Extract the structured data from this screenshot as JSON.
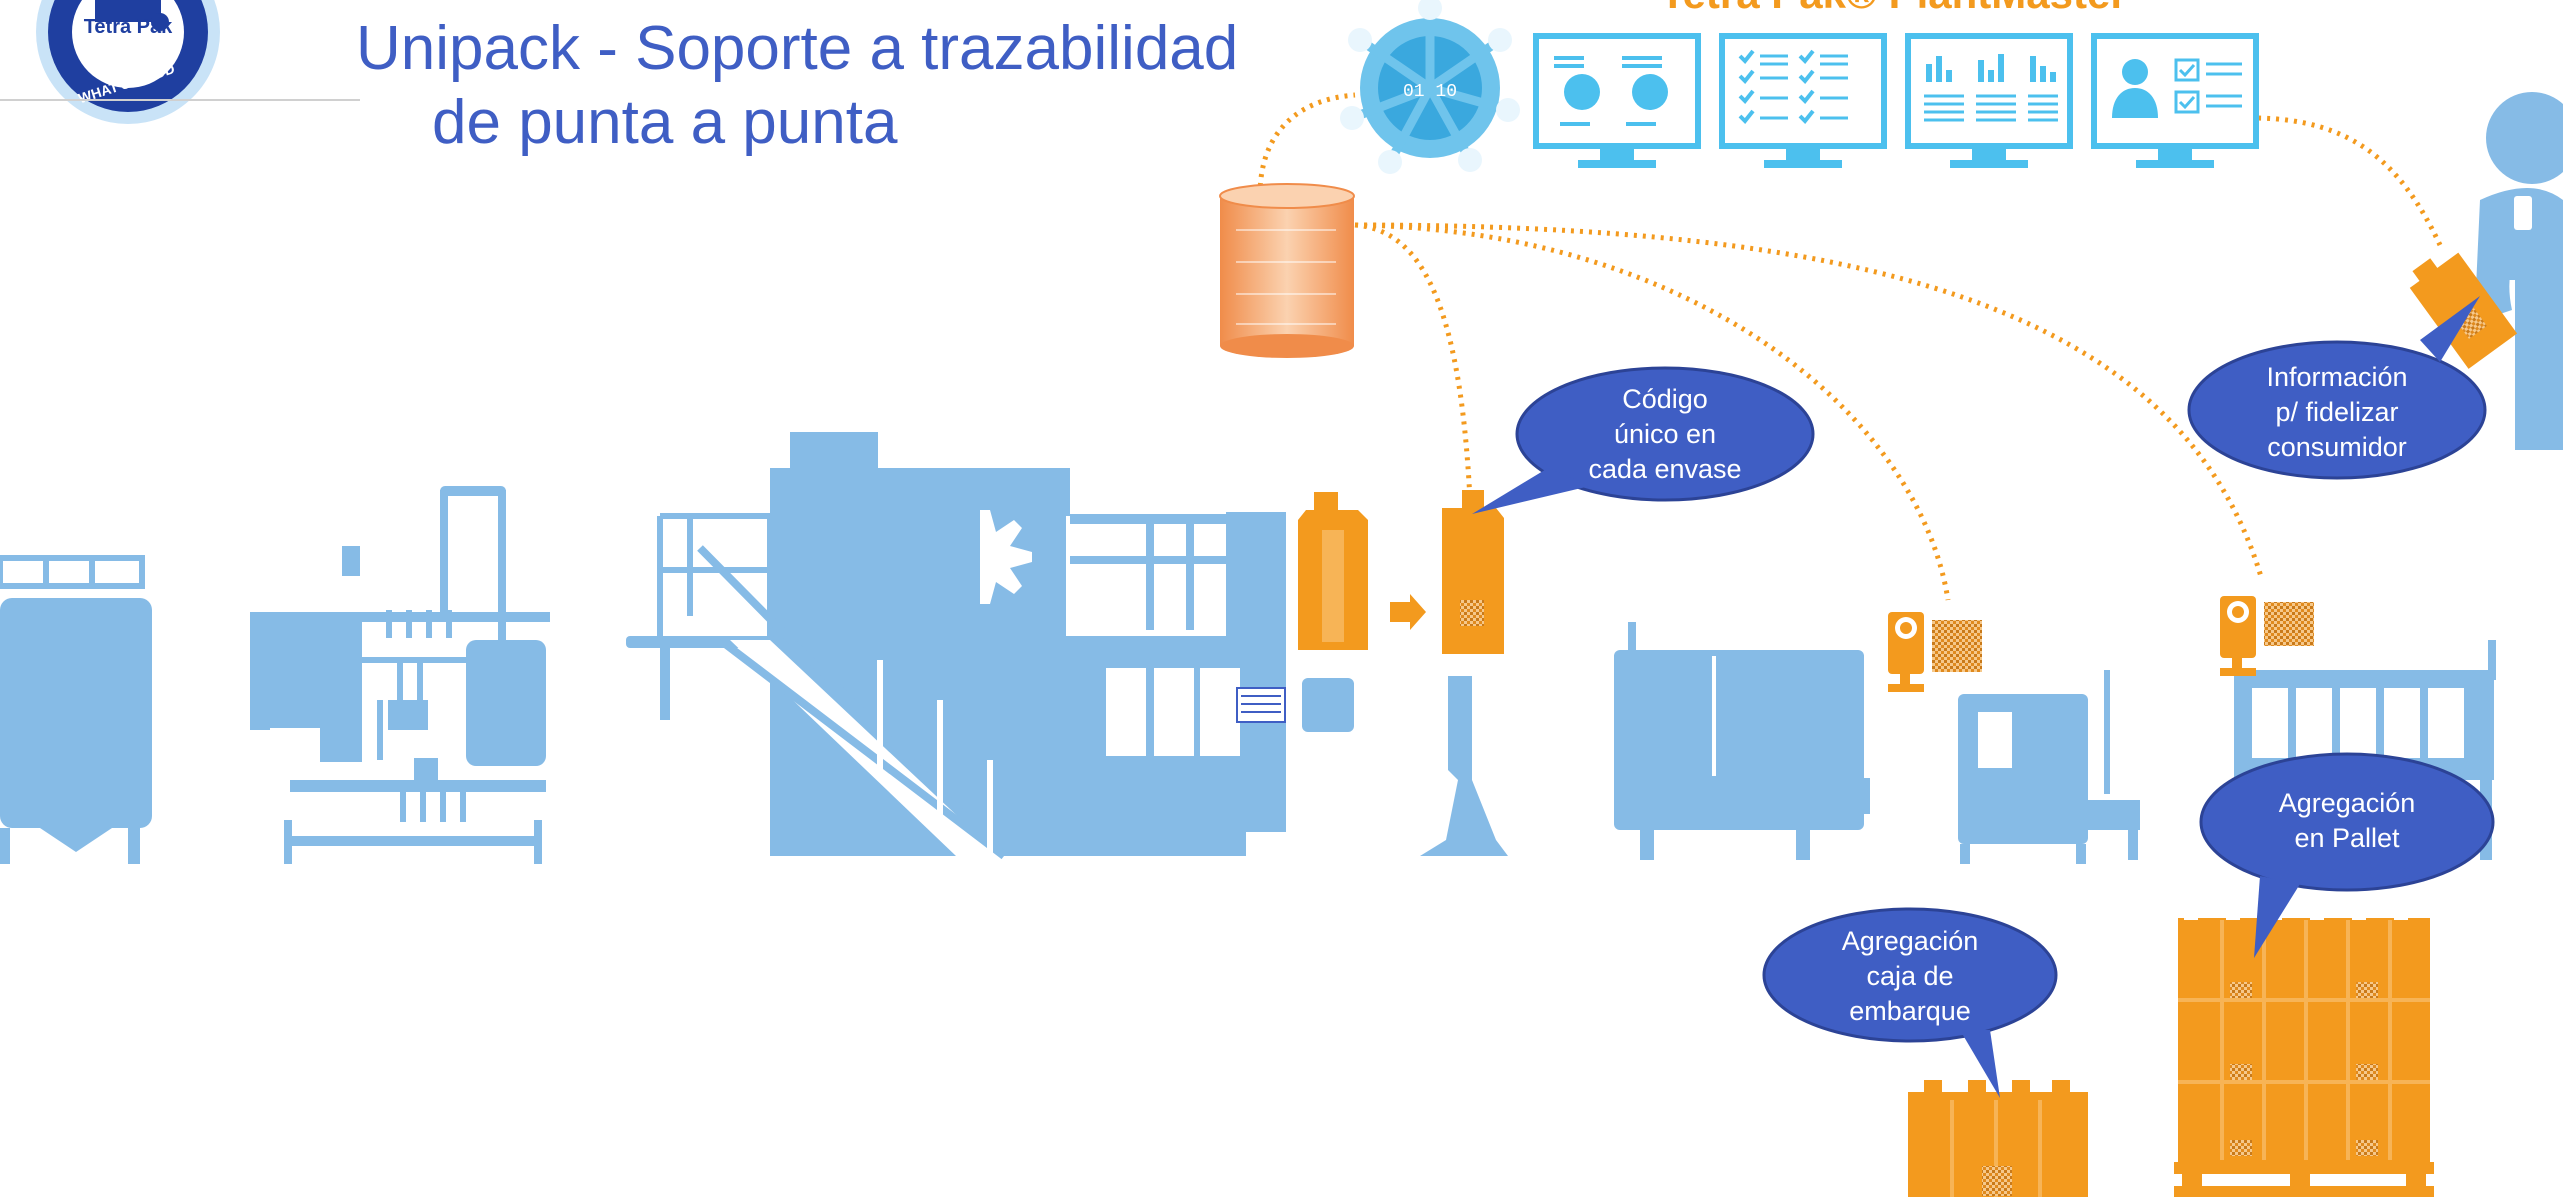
{
  "slide": {
    "title_line1": "Unipack - Soporte a trazabilidad",
    "title_line2": "de punta a punta",
    "plantmaster_title": "Tetra Pak® PlantMaster"
  },
  "logo": {
    "brand": "Tetra Pak",
    "tagline": "WHAT'S GOOD"
  },
  "bubbles": {
    "codigo": [
      "Código",
      "único en",
      "cada envase"
    ],
    "informacion": [
      "Información",
      "p/ fidelizar",
      "consumidor"
    ],
    "pallet": [
      "Agregación",
      "en Pallet"
    ],
    "caja": [
      "Agregación",
      "caja de",
      "embarque"
    ]
  },
  "colors": {
    "machine_blue": "#86bbe6",
    "package_orange": "#f39a1e",
    "bubble_blue": "#3f5ec4",
    "monitor_blue": "#4cc0ee",
    "title_blue": "#3f5ec4"
  },
  "icons": [
    "globe-network-icon",
    "database-icon",
    "monitor-icon",
    "camera-icon",
    "qr-code-icon",
    "person-icon",
    "phone-icon"
  ]
}
